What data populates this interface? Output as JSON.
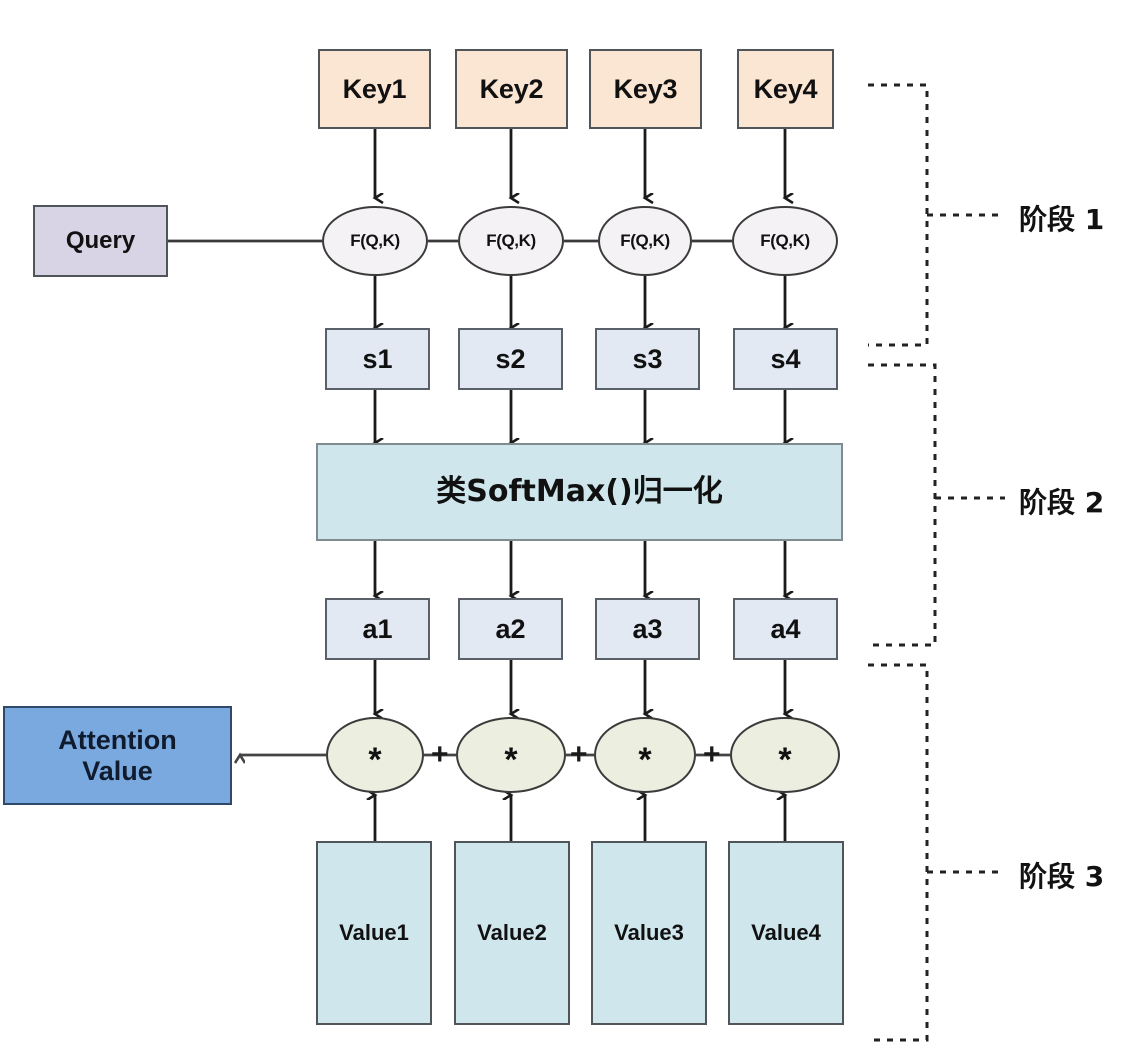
{
  "diagram": {
    "title": "Attention mechanism three-stage computation",
    "background": "#ffffff"
  },
  "colors": {
    "key": "#fbe6d4",
    "score": "#e2e9f3",
    "attn_weight": "#e2e9f3",
    "value": "#cfe7ec",
    "query": "#d9d3e6",
    "softmax": "#cfe7ec",
    "attention_value": "#7aa9e0",
    "fqk_ellipse": "#f4f2f5",
    "multiply_ellipse": "#eceee0",
    "stroke": "#4f5559"
  },
  "query": {
    "label": "Query"
  },
  "keys": [
    {
      "label": "Key1"
    },
    {
      "label": "Key2"
    },
    {
      "label": "Key3"
    },
    {
      "label": "Key4"
    }
  ],
  "similarity": [
    {
      "label": "F(Q,K)"
    },
    {
      "label": "F(Q,K)"
    },
    {
      "label": "F(Q,K)"
    },
    {
      "label": "F(Q,K)"
    }
  ],
  "scores": [
    {
      "label": "s1"
    },
    {
      "label": "s2"
    },
    {
      "label": "s3"
    },
    {
      "label": "s4"
    }
  ],
  "softmax": {
    "label": "类SoftMax()归一化"
  },
  "weights": [
    {
      "label": "a1"
    },
    {
      "label": "a2"
    },
    {
      "label": "a3"
    },
    {
      "label": "a4"
    }
  ],
  "multipliers": [
    {
      "label": "*"
    },
    {
      "label": "*"
    },
    {
      "label": "*"
    },
    {
      "label": "*"
    }
  ],
  "plus_connectors": [
    {
      "label": "+"
    },
    {
      "label": "+"
    },
    {
      "label": "+"
    }
  ],
  "values": [
    {
      "label": "Value1"
    },
    {
      "label": "Value2"
    },
    {
      "label": "Value3"
    },
    {
      "label": "Value4"
    }
  ],
  "output": {
    "line1": "Attention",
    "line2": "Value"
  },
  "stages": [
    {
      "label": "阶段 1"
    },
    {
      "label": "阶段 2"
    },
    {
      "label": "阶段 3"
    }
  ]
}
